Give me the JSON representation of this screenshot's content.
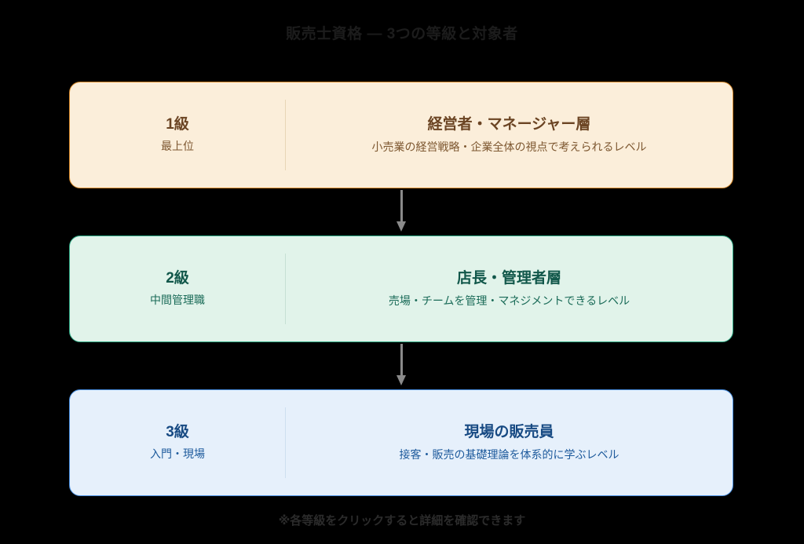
{
  "header": {
    "title": "販売士資格 ― 3つの等級と対象者"
  },
  "colors": {
    "background": "#000000",
    "card1_bg": "#fbeeda",
    "card1_border": "#d98b2b",
    "card1_text": "#6b4423",
    "card2_bg": "#e1f3ea",
    "card2_border": "#2faa85",
    "card2_text": "#11574a",
    "card3_bg": "#e6f0fb",
    "card3_border": "#4a90e2",
    "card3_text": "#174a83",
    "arrow": "#8a8a8a"
  },
  "grades": [
    {
      "grade_name": "1級",
      "grade_sub": "最上位",
      "target_title": "経営者・マネージャー層",
      "target_desc": "小売業の経営戦略・企業全体の視点で考えられるレベル"
    },
    {
      "grade_name": "2級",
      "grade_sub": "中間管理職",
      "target_title": "店長・管理者層",
      "target_desc": "売場・チームを管理・マネジメントできるレベル"
    },
    {
      "grade_name": "3級",
      "grade_sub": "入門・現場",
      "target_title": "現場の販売員",
      "target_desc": "接客・販売の基礎理論を体系的に学ぶレベル"
    }
  ],
  "footer": {
    "note": "※各等級をクリックすると詳細を確認できます"
  }
}
